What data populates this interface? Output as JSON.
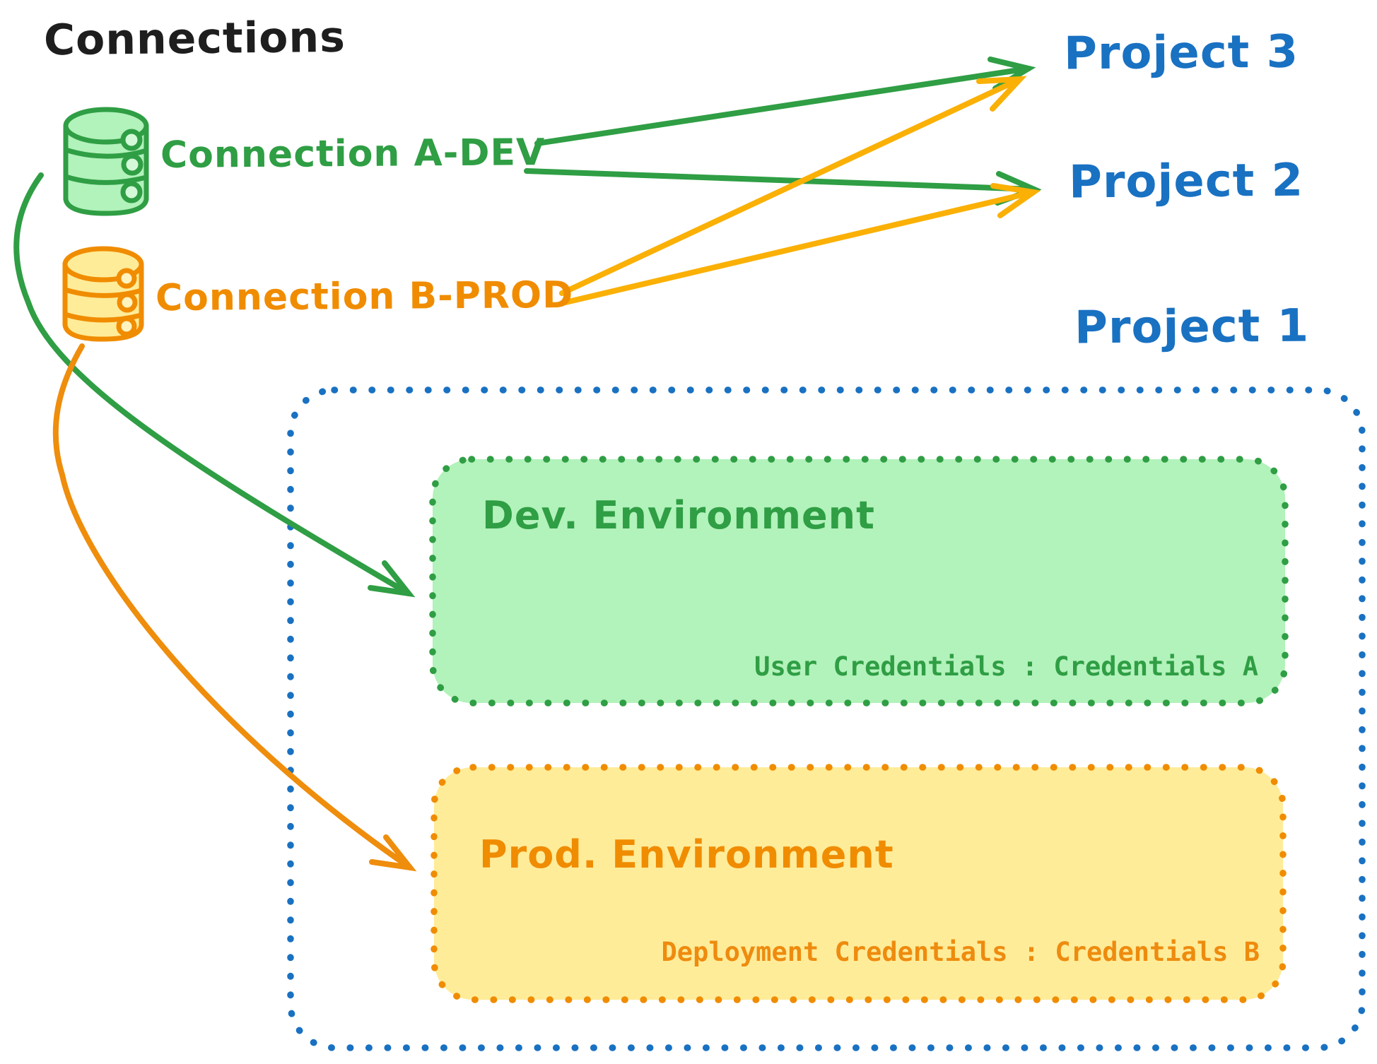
{
  "title": "Connections",
  "colors": {
    "ink": "#1e1e1e",
    "blue": "#1971c2",
    "green": "#2f9e44",
    "green_fill": "#b2f2bb",
    "orange": "#f08c00",
    "yellow_fill": "#ffec99",
    "yellow_arrow": "#fab005"
  },
  "connections": [
    {
      "label": "Connection A-DEV",
      "color": "#2f9e44",
      "icon": "database-cylinder"
    },
    {
      "label": "Connection B-PROD",
      "color": "#f08c00",
      "icon": "database-cylinder"
    }
  ],
  "projects": [
    {
      "label": "Project 3"
    },
    {
      "label": "Project 2"
    },
    {
      "label": "Project 1"
    }
  ],
  "project1": {
    "environments": [
      {
        "name": "Dev. Environment",
        "credentials": "User Credentials : Credentials A",
        "accent": "#2f9e44",
        "fill": "#b2f2bb"
      },
      {
        "name": "Prod. Environment",
        "credentials": "Deployment Credentials : Credentials B",
        "accent": "#f08c00",
        "fill": "#ffec99"
      }
    ]
  },
  "arrows": [
    {
      "from": "Connection A-DEV",
      "to": "Project 3",
      "color": "#2f9e44"
    },
    {
      "from": "Connection A-DEV",
      "to": "Project 2",
      "color": "#2f9e44"
    },
    {
      "from": "Connection B-PROD",
      "to": "Project 3",
      "color": "#fab005"
    },
    {
      "from": "Connection B-PROD",
      "to": "Project 2",
      "color": "#fab005"
    },
    {
      "from": "Connection A-DEV",
      "to": "Dev. Environment",
      "color": "#2f9e44"
    },
    {
      "from": "Connection B-PROD",
      "to": "Prod. Environment",
      "color": "#f08c00"
    }
  ]
}
